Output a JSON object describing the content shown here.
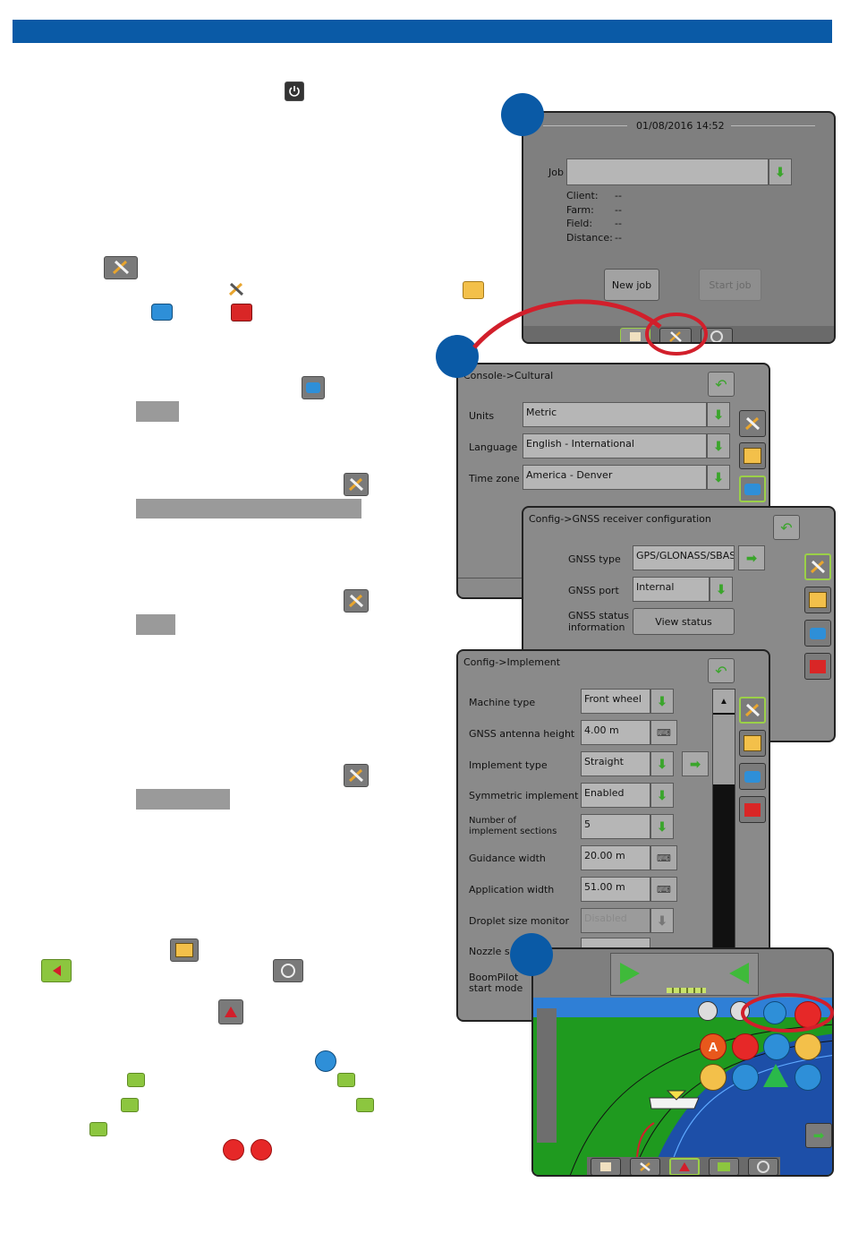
{
  "screen1": {
    "datetime": "01/08/2016 14:52",
    "job_label": "Job",
    "client_label": "Client:",
    "client_value": "--",
    "farm_label": "Farm:",
    "farm_value": "--",
    "field_label": "Field:",
    "field_value": "--",
    "distance_label": "Distance:",
    "distance_value": "--",
    "new_job_label": "New job",
    "start_job_label": "Start job"
  },
  "screen2": {
    "title": "Console->Cultural",
    "units_label": "Units",
    "units_value": "Metric",
    "language_label": "Language",
    "language_value": "English - International",
    "timezone_label": "Time zone",
    "timezone_value": "America - Denver"
  },
  "screen3": {
    "title": "Config->GNSS receiver configuration",
    "gnss_type_label": "GNSS type",
    "gnss_type_value": "GPS/GLONASS/SBAS",
    "gnss_port_label": "GNSS port",
    "gnss_port_value": "Internal",
    "gnss_status_label": "GNSS status",
    "gnss_status_label2": "information",
    "view_status_label": "View status"
  },
  "screen4": {
    "title": "Config->Implement",
    "machine_type_label": "Machine type",
    "machine_type_value": "Front wheel",
    "antenna_height_label": "GNSS antenna height",
    "antenna_height_value": "4.00 m",
    "implement_type_label": "Implement type",
    "implement_type_value": "Straight",
    "symmetric_label": "Symmetric implement",
    "symmetric_value": "Enabled",
    "sections_label": "Number of",
    "sections_label2": "implement sections",
    "sections_value": "5",
    "guidance_width_label": "Guidance width",
    "guidance_width_value": "20.00 m",
    "application_width_label": "Application width",
    "application_width_value": "51.00 m",
    "droplet_label": "Droplet size monitor",
    "droplet_value": "Disabled",
    "nozzle_label": "Nozzle s",
    "boompilot_label": "BoomPilot",
    "boompilot_label2": "start mode"
  },
  "screen5": {
    "a_label": "A"
  },
  "colors": {
    "brand_blue": "#0a5aa6",
    "callout_red": "#d21f2b",
    "screen_grey": "#8a8a8a",
    "accent_green": "#8cc63f"
  },
  "icons": [
    "power-icon",
    "tools-icon",
    "console-icon",
    "toolbox-icon",
    "config-icon",
    "calculator-icon",
    "guidance-icon",
    "camera-icon",
    "gnss-icon"
  ]
}
